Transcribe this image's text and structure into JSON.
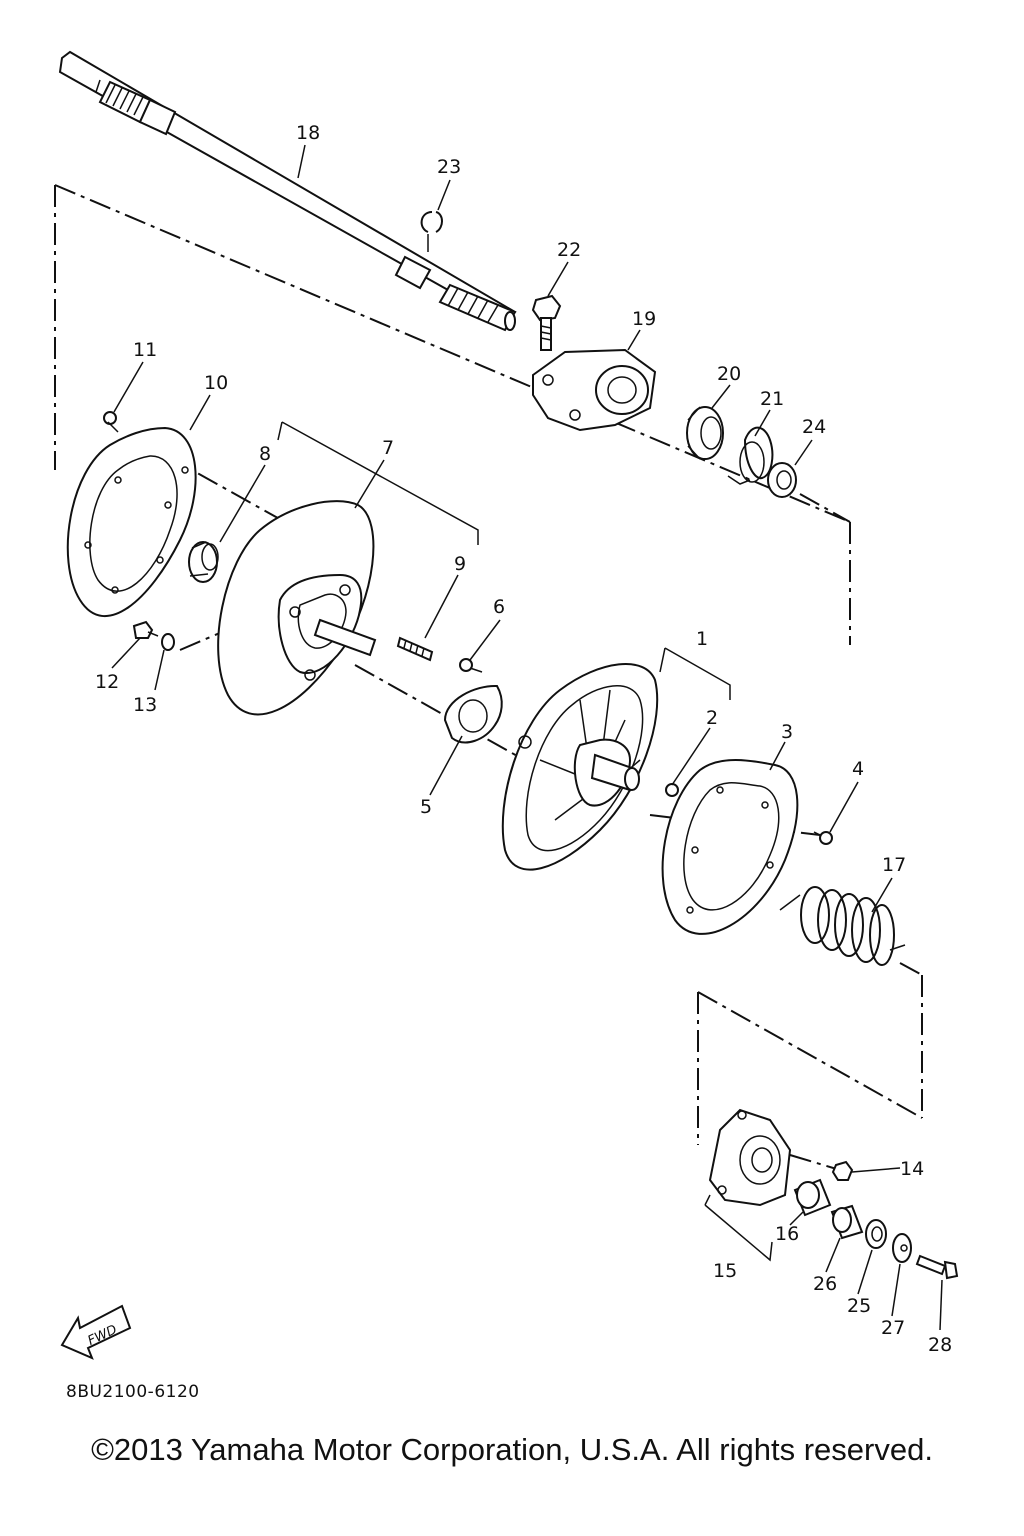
{
  "callouts": [
    {
      "id": "1",
      "text": "1"
    },
    {
      "id": "2",
      "text": "2"
    },
    {
      "id": "3",
      "text": "3"
    },
    {
      "id": "4",
      "text": "4"
    },
    {
      "id": "5",
      "text": "5"
    },
    {
      "id": "6",
      "text": "6"
    },
    {
      "id": "7",
      "text": "7"
    },
    {
      "id": "8",
      "text": "8"
    },
    {
      "id": "9",
      "text": "9"
    },
    {
      "id": "10",
      "text": "10"
    },
    {
      "id": "11",
      "text": "11"
    },
    {
      "id": "12",
      "text": "12"
    },
    {
      "id": "13",
      "text": "13"
    },
    {
      "id": "14",
      "text": "14"
    },
    {
      "id": "15",
      "text": "15"
    },
    {
      "id": "16",
      "text": "16"
    },
    {
      "id": "17",
      "text": "17"
    },
    {
      "id": "18",
      "text": "18"
    },
    {
      "id": "19",
      "text": "19"
    },
    {
      "id": "20",
      "text": "20"
    },
    {
      "id": "21",
      "text": "21"
    },
    {
      "id": "22",
      "text": "22"
    },
    {
      "id": "23",
      "text": "23"
    },
    {
      "id": "24",
      "text": "24"
    },
    {
      "id": "25",
      "text": "25"
    },
    {
      "id": "26",
      "text": "26"
    },
    {
      "id": "27",
      "text": "27"
    },
    {
      "id": "28",
      "text": "28"
    }
  ],
  "fwd_badge": "FWD",
  "ref_code": "8BU2100-6120",
  "copyright": "©2013 Yamaha Motor Corporation, U.S.A. All rights reserved."
}
